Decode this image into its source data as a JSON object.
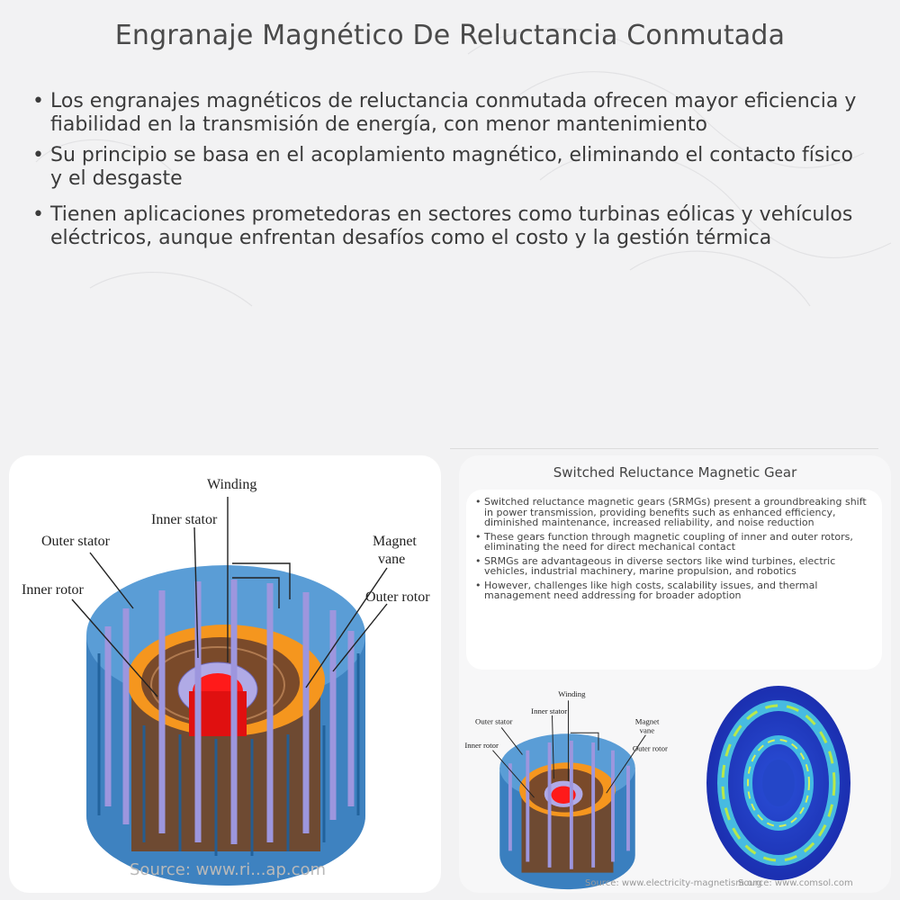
{
  "title": "Engranaje Magnético De Reluctancia Conmutada",
  "bullets": [
    "Los engranajes magnéticos de reluctancia conmutada ofrecen mayor eficiencia y fiabilidad en la transmisión de energía, con menor mantenimiento",
    "Su principio se basa en el acoplamiento magnético, eliminando el contacto físico y el desgaste",
    "Tienen aplicaciones prometedoras en sectores como turbinas eólicas y vehículos eléctricos, aunque enfrentan desafíos como el costo y la gestión térmica"
  ],
  "bullet_symbol": "•",
  "diagram": {
    "labels": {
      "winding": "Winding",
      "inner_stator": "Inner stator",
      "outer_stator": "Outer stator",
      "magnet": "Magnet",
      "vane": "vane",
      "inner_rotor": "Inner rotor",
      "outer_rotor": "Outer rotor"
    },
    "source": "Source: www.ri...ap.com"
  },
  "thumbnail": {
    "title": "Switched Reluctance Magnetic Gear",
    "bullets": [
      "Switched reluctance magnetic gears (SRMGs) present a groundbreaking shift in power transmission, providing benefits such as enhanced efficiency, diminished maintenance, increased reliability, and noise reduction",
      "These gears function through magnetic coupling of inner and outer rotors, eliminating the need for direct mechanical contact",
      "SRMGs are advantageous in diverse sectors like wind turbines, electric vehicles, industrial machinery, marine propulsion, and robotics",
      "However, challenges like high costs, scalability issues, and thermal management need addressing for broader adoption"
    ],
    "source": "Source: www.electricity-magnetism.org",
    "source2": "Source: www.comsol.com"
  },
  "colors": {
    "cylinder_blue": "#3f86c4",
    "orange": "#f5961e",
    "brown": "#7a4a2a",
    "red": "#ff1a1a",
    "purple": "#9d96de"
  }
}
